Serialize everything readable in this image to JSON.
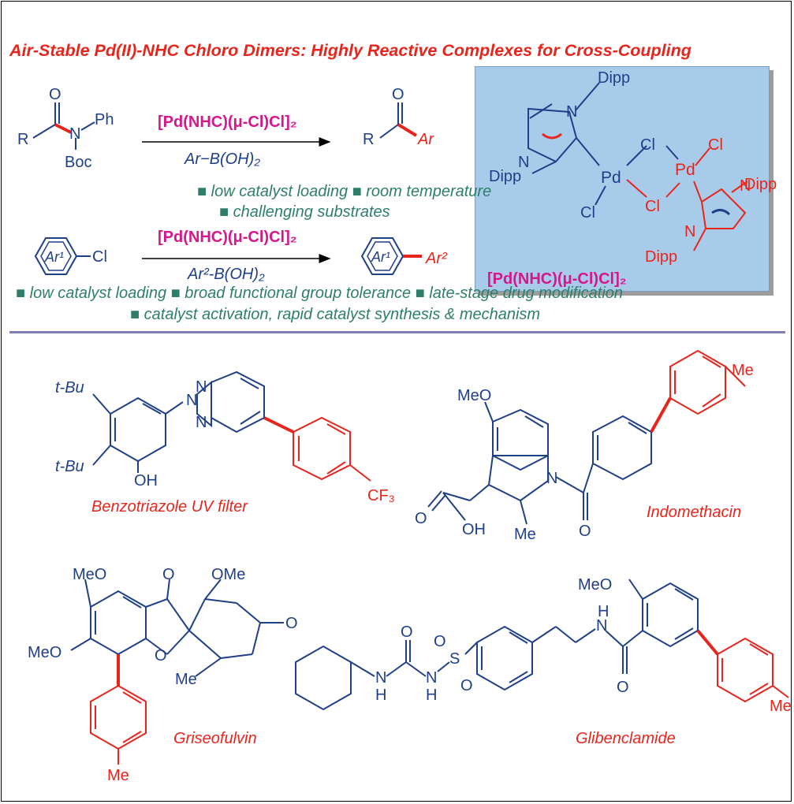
{
  "title": "Air-Stable Pd(II)-NHC Chloro Dimers: Highly Reactive Complexes for Cross-Coupling",
  "scheme1": {
    "reagent_top": "[Pd(NHC)(μ-Cl)Cl]₂",
    "reagent_bottom": "Ar−B(OH)₂",
    "substrate_R": "R",
    "substrate_O": "O",
    "substrate_N": "N",
    "substrate_Ph": "Ph",
    "substrate_Boc": "Boc",
    "product_R": "R",
    "product_O": "O",
    "product_Ar": "Ar",
    "note_line1": "■ low catalyst loading ■ room temperature",
    "note_line2": "■ challenging substrates"
  },
  "scheme2": {
    "reagent_top": "[Pd(NHC)(μ-Cl)Cl]₂",
    "reagent_bottom": "Ar²-B(OH)₂",
    "substrate_ring": "Ar¹",
    "substrate_Cl": "Cl",
    "product_ring": "Ar¹",
    "product_Ar2": "Ar²",
    "note_line1": "■ low catalyst loading ■ broad functional group tolerance ■ late-stage drug modification",
    "note_line2": "■ catalyst activation, rapid catalyst synthesis & mechanism"
  },
  "catalyst": {
    "label": "[Pd(NHC)(μ-Cl)Cl]₂",
    "dipp": "Dipp",
    "pd": "Pd",
    "cl": "Cl",
    "n": "N"
  },
  "products": [
    {
      "name": "Benzotriazole UV filter",
      "tbu": "t-Bu",
      "oh": "OH",
      "n": "N",
      "cf3": "CF₃"
    },
    {
      "name": "Indomethacin",
      "meo": "MeO",
      "me": "Me",
      "n": "N",
      "o": "O",
      "oh": "OH"
    },
    {
      "name": "Griseofulvin",
      "meo": "MeO",
      "ome": "OMe",
      "o": "O",
      "me": "Me"
    },
    {
      "name": "Glibenclamide",
      "meo": "MeO",
      "h": "H",
      "n": "N",
      "o": "O",
      "s": "S",
      "me": "Me"
    }
  ],
  "colors": {
    "title": "#e8251c",
    "structure": "#1f3f87",
    "highlight": "#e8251c",
    "reagent": "#d6178b",
    "note": "#2e7e6a",
    "panel": "#a9cbea",
    "divider": "#7b80b8"
  }
}
